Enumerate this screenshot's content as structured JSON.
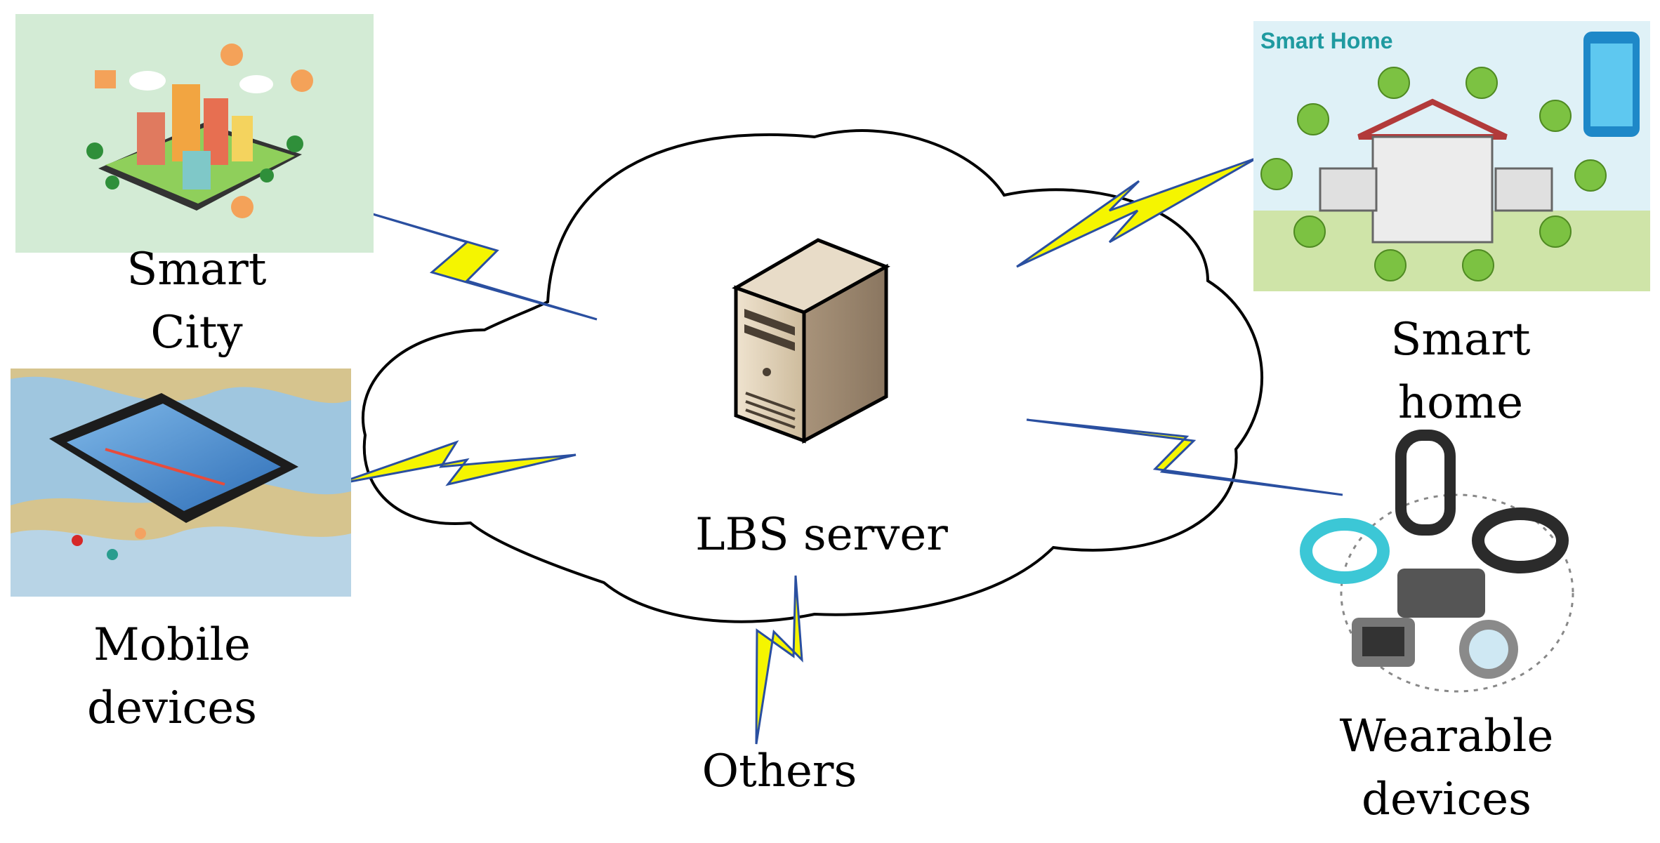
{
  "labels": {
    "smart_city": "Smart\nCity",
    "mobile_devices": "Mobile\ndevices",
    "smart_home": "Smart\nhome",
    "wearable_devices": "Wearable\ndevices",
    "lbs_server": "LBS server",
    "others": "Others"
  },
  "smart_home_image": {
    "title": "Smart Home"
  },
  "colors": {
    "lightning_fill": "#f5f500",
    "lightning_stroke": "#2a4fa0",
    "cloud_stroke": "#000000"
  },
  "icons": [
    "smart-city-illustration",
    "smartphone-map-illustration",
    "smart-home-illustration",
    "wearable-devices-illustration",
    "server-icon",
    "lightning-bolt-icon"
  ]
}
